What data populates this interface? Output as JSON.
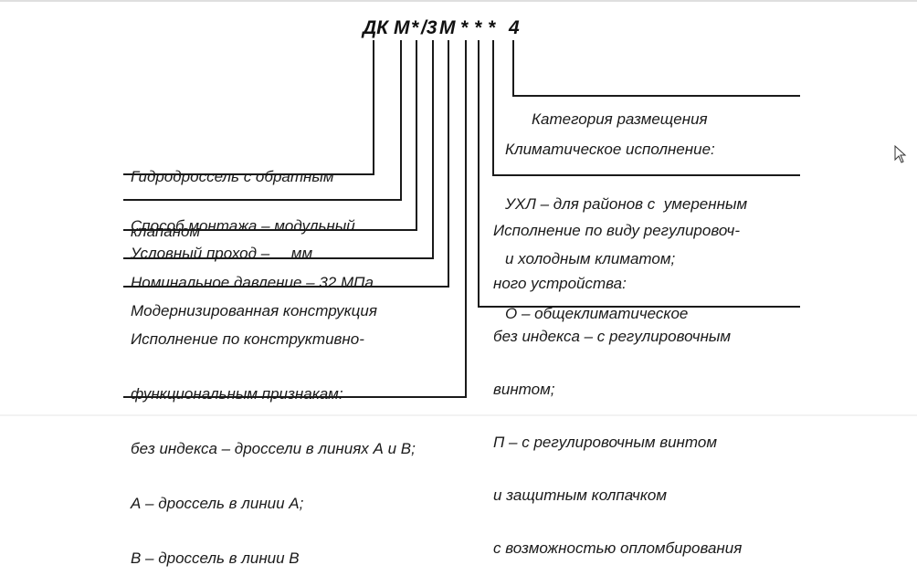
{
  "designation": {
    "parts": [
      "ДК",
      "М",
      "*",
      "/3",
      "М",
      "*",
      "*",
      "*",
      "4"
    ]
  },
  "left_labels": [
    {
      "lines": [
        "Гидродроссель с обратным",
        "клапаном"
      ]
    },
    {
      "lines": [
        "Способ монтажа – модульный"
      ]
    },
    {
      "lines": [
        "Условный проход –     мм"
      ]
    },
    {
      "lines": [
        "Номинальное давление – 32 МПа"
      ]
    },
    {
      "lines": [
        "Модернизированная конструкция"
      ]
    },
    {
      "lines": [
        "Исполнение по конструктивно-",
        "функциональным признакам:",
        "без индекса – дроссели в линиях А и В;",
        "А – дроссель в линии А;",
        "В – дроссель в линии В"
      ]
    }
  ],
  "right_labels": [
    {
      "lines": [
        "Категория размещения"
      ]
    },
    {
      "lines": [
        "Климатическое исполнение:",
        "УХЛ – для районов с  умеренным",
        "и холодным климатом;",
        "О – общеклиматическое"
      ]
    },
    {
      "lines": [
        "Исполнение по виду регулировоч-",
        "ного устройства:",
        "без индекса – с регулировочным",
        "винтом;",
        "П – с регулировочным винтом",
        "и защитным колпачком",
        "с возможностью опломбирования"
      ]
    }
  ],
  "colors": {
    "line": "#1a1a1a",
    "text": "#1a1a1a",
    "frame": "#bfbfbf"
  },
  "icons": {
    "cursor": "mouse-pointer-icon"
  }
}
